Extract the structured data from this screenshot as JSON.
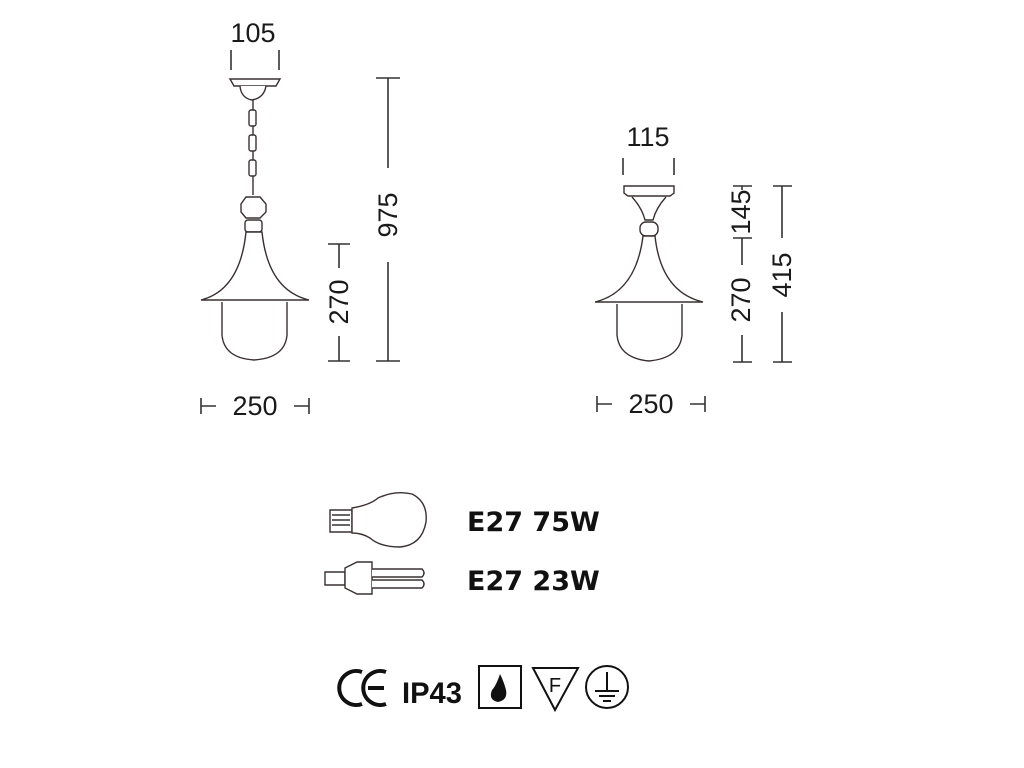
{
  "pendant_lamp": {
    "canopy_width": "105",
    "total_height": "975",
    "body_height": "270",
    "body_width": "250"
  },
  "ceiling_lamp": {
    "canopy_width": "115",
    "stem_height": "145",
    "body_height": "270",
    "total_height": "415",
    "body_width": "250"
  },
  "bulbs": [
    {
      "icon": "incandescent-bulb-icon",
      "label": "E27 75W"
    },
    {
      "icon": "cfl-bulb-icon",
      "label": "E27 23W"
    }
  ],
  "certifications": {
    "ce": "CE",
    "ip_rating": "IP43",
    "f_mark": "F"
  }
}
